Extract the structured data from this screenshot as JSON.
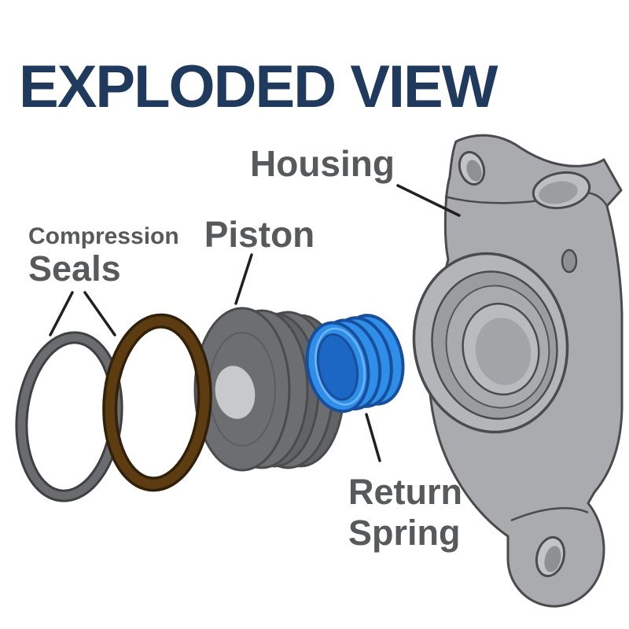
{
  "title": "EXPLODED VIEW",
  "diagram": {
    "housing": {
      "label": "Housing"
    },
    "compression_seals": {
      "label_line1": "Compression",
      "label_line2": "Seals"
    },
    "piston": {
      "label": "Piston"
    },
    "return_spring": {
      "label_line1": "Return",
      "label_line2": "Spring"
    }
  },
  "colors": {
    "background": "#ffffff",
    "title": "#1f3a5c",
    "label": "#58595b",
    "leader_line": "#231f20",
    "part_outline": "#4a4b4d",
    "housing_gray": "#a9abae",
    "seal_gray": "#6a6c6f",
    "seal_gray_edge": "#3f4042",
    "seal_brown": "#5e3c11",
    "seal_brown_edge": "#31210b",
    "piston_gray": "#6d6e71",
    "piston_dark": "#626366",
    "piston_highlight": "#c8c9cb",
    "spring_blue": "#2e8ee8",
    "spring_outline": "#174f9c",
    "spring_hole": "#1c66c4"
  }
}
